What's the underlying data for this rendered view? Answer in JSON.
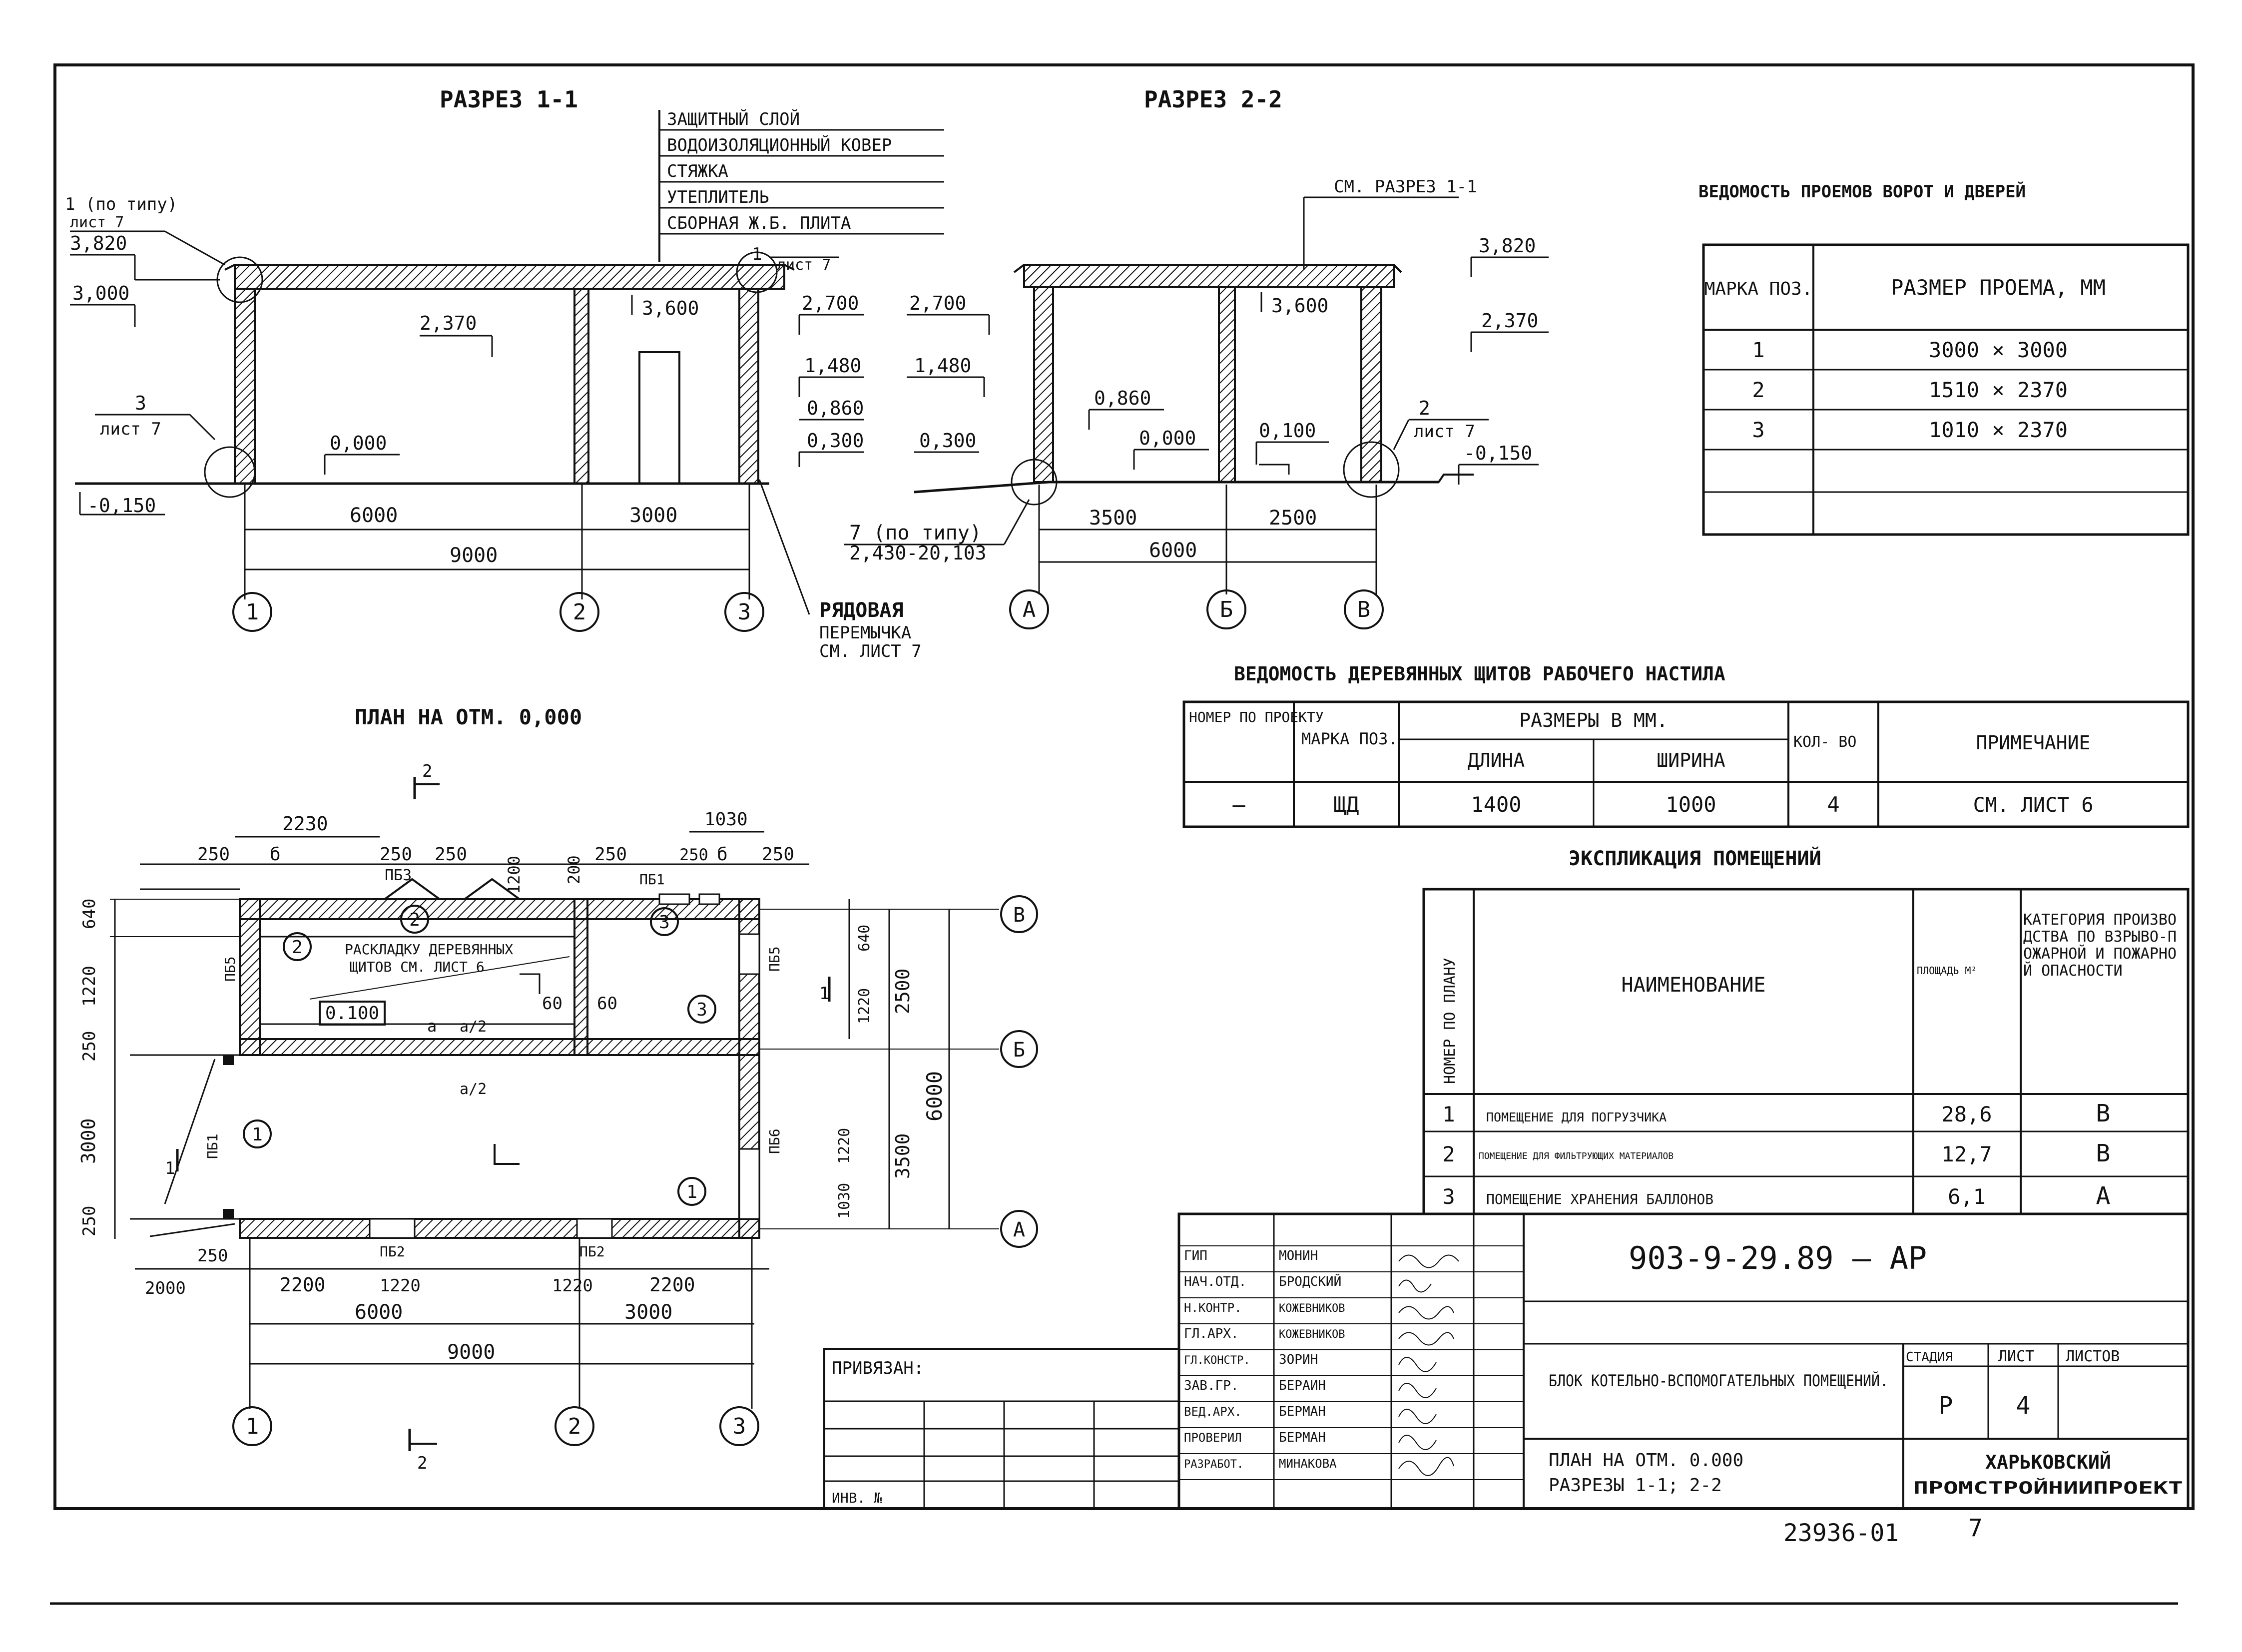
{
  "section11": {
    "title": "РАЗРЕЗ 1-1",
    "layers": [
      "ЗАЩИТНЫЙ СЛОЙ",
      "ВОДОИЗОЛЯЦИОННЫЙ КОВЕР",
      "СТЯЖКА",
      "УТЕПЛИТЕЛЬ",
      "СБОРНАЯ Ж.Б. ПЛИТА"
    ],
    "callouts": {
      "c1a": "1 (по типу)",
      "c1b": "лист 7",
      "c2a": "1",
      "c2b": "лист 7",
      "c3a": "3",
      "c3b": "лист 7"
    },
    "marks": {
      "m3820": "3,820",
      "m3000": "3,000",
      "m2370": "2,370",
      "m3600": "3,600",
      "m2700": "2,700",
      "m1480": "1,480",
      "m0860": "0,860",
      "m0300": "0,300",
      "m0000": "0,000",
      "mneg150": "-0,150"
    },
    "dims": {
      "d6000": "6000",
      "d3000": "3000",
      "d9000": "9000"
    },
    "axes": [
      "1",
      "2",
      "3"
    ],
    "lintel": [
      "РЯДОВАЯ",
      "ПЕРЕМЫЧКА",
      "СМ. ЛИСТ 7"
    ]
  },
  "section22": {
    "title": "РАЗРЕЗ 2-2",
    "see": "СМ. РАЗРЕЗ 1-1",
    "marks": {
      "m3820": "3,820",
      "m2370": "2,370",
      "m3600": "3,600",
      "m2700": "2,700",
      "m1480": "1,480",
      "m0860": "0,860",
      "m0000": "0,000",
      "m0100": "0,100",
      "m0300": "0,300",
      "mneg150": "-0,150"
    },
    "callout7a": "7 (по типу)",
    "callout7b": "2,430-20,103",
    "callout2a": "2",
    "callout2b": "лист 7",
    "dims": {
      "d3500": "3500",
      "d2500": "2500",
      "d6000": "6000"
    },
    "axes": [
      "А",
      "Б",
      "В"
    ]
  },
  "plan": {
    "title": "ПЛАН НА ОТМ. 0,000",
    "section_mark": "2",
    "top_dims": [
      "2230",
      "250",
      "б",
      "250",
      "250",
      "1200",
      "200",
      "250",
      "250",
      "б",
      "250",
      "1030"
    ],
    "left_dims": [
      "640",
      "1220",
      "250",
      "3000",
      "250"
    ],
    "right_dims": [
      "640",
      "1220",
      "2500",
      "3500",
      "6000",
      "1220",
      "1030"
    ],
    "bottom_dims": {
      "b250": "250",
      "b2000": "2000",
      "b2200a": "2200",
      "b1220a": "1220",
      "b1220b": "1220",
      "b2200b": "2200",
      "b6000": "6000",
      "b3000": "3000",
      "b9000": "9000"
    },
    "door_tags": {
      "pb3": "ПБ3",
      "pb1a": "ПБ1",
      "pb5a": "ПБ5",
      "pb5b": "ПБ5",
      "pb6": "ПБ6",
      "pb1b": "ПБ1",
      "pb2a": "ПБ2",
      "pb2b": "ПБ2"
    },
    "rooms": [
      "1",
      "2",
      "3"
    ],
    "note": [
      "РАСКЛАДКУ ДЕРЕВЯННЫХ",
      "ЩИТОВ СМ. ЛИСТ 6"
    ],
    "level": "0.100",
    "small": {
      "a": "а",
      "a2": "а/2",
      "s60a": "60",
      "s60b": "60",
      "s1": "1"
    },
    "axes_h": [
      "1",
      "2",
      "3"
    ],
    "axes_v": [
      "В",
      "Б",
      "А"
    ]
  },
  "openings_table": {
    "title": "ВЕДОМОСТЬ ПРОЕМОВ ВОРОТ И ДВЕРЕЙ",
    "headers": [
      "МАРКА ПОЗ.",
      "РАЗМЕР ПРОЕМА, ММ"
    ],
    "rows": [
      [
        "1",
        "3000 × 3000"
      ],
      [
        "2",
        "1510 × 2370"
      ],
      [
        "3",
        "1010 × 2370"
      ]
    ]
  },
  "shields_table": {
    "title": "ВЕДОМОСТЬ ДЕРЕВЯННЫХ ЩИТОВ РАБОЧЕГО НАСТИЛА",
    "h_no": "НОМЕР ПО ПРОЕКТУ",
    "h_mark": "МАРКА ПОЗ.",
    "h_sizes": "РАЗМЕРЫ В ММ.",
    "h_len": "ДЛИНА",
    "h_wid": "ШИРИНА",
    "h_qty": "КОЛ- ВО",
    "h_note": "ПРИМЕЧАНИЕ",
    "row": [
      "—",
      "ЩД",
      "1400",
      "1000",
      "4",
      "СМ. ЛИСТ 6"
    ]
  },
  "rooms_table": {
    "title": "ЭКСПЛИКАЦИЯ ПОМЕЩЕНИЙ",
    "h_no": "НОМЕР ПО ПЛАНУ",
    "h_name": "НАИМЕНОВАНИЕ",
    "h_area": "ПЛОЩАДЬ М²",
    "h_cat": "КАТЕГОРИЯ ПРОИЗВОДСТВА ПО ВЗРЫВО-ПОЖАРНОЙ И ПОЖАРНОЙ ОПАСНОСТИ",
    "rows": [
      [
        "1",
        "ПОМЕЩЕНИЕ ДЛЯ ПОГРУЗЧИКА",
        "28,6",
        "В"
      ],
      [
        "2",
        "ПОМЕЩЕНИЕ ДЛЯ ФИЛЬТРУЮЩИХ МАТЕРИАЛОВ",
        "12,7",
        "В"
      ],
      [
        "3",
        "ПОМЕЩЕНИЕ ХРАНЕНИЯ БАЛЛОНОВ",
        "6,1",
        "А"
      ]
    ]
  },
  "title_block": {
    "code": "903-9-29.89 — АР",
    "people": [
      [
        "ГИП",
        "МОНИН"
      ],
      [
        "НАЧ.ОТД.",
        "БРОДСКИЙ"
      ],
      [
        "Н.КОНТР.",
        "КОЖЕВНИКОВ"
      ],
      [
        "ГЛ.АРХ.",
        "КОЖЕВНИКОВ"
      ],
      [
        "ГЛ.КОНСТР.",
        "ЗОРИН"
      ],
      [
        "ЗАВ.ГР.",
        "БЕРАИН"
      ],
      [
        "ВЕД.АРХ.",
        "БЕРМАН"
      ],
      [
        "ПРОВЕРИЛ",
        "БЕРМАН"
      ],
      [
        "РАЗРАБОТ.",
        "МИНАКОВА"
      ]
    ],
    "bound": "ПРИВЯЗАН:",
    "inv": "ИНВ. №",
    "object": "БЛОК КОТЕЛЬНО-ВСПОМОГАТЕЛЬНЫХ ПОМЕЩЕНИЙ.",
    "sheet_title_1": "ПЛАН НА ОТМ. 0.000",
    "sheet_title_2": "РАЗРЕЗЫ 1-1; 2-2",
    "h_stage": "СТАДИЯ",
    "h_sheet": "ЛИСТ",
    "h_sheets": "ЛИСТОВ",
    "stage": "Р",
    "sheet": "4",
    "org_1": "ХАРЬКОВСКИЙ",
    "org_2": "ПРОМСТРОЙНИИПРОЕКТ",
    "footer": "23936-01",
    "footer_sheet": "7"
  }
}
